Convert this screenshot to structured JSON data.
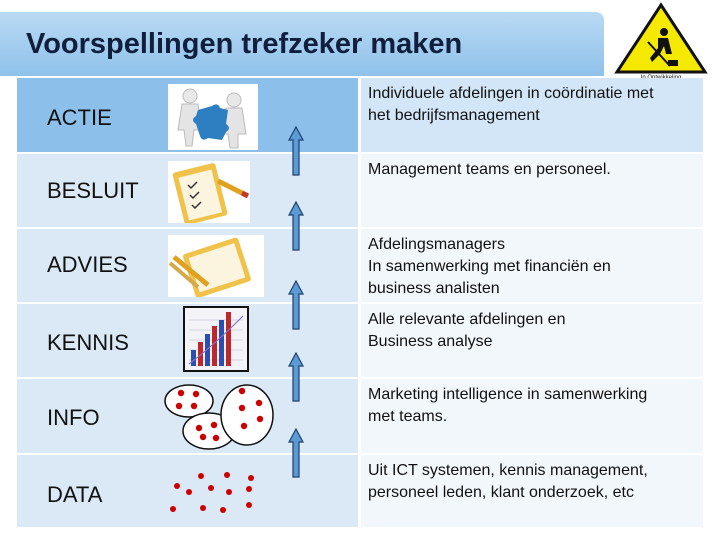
{
  "slide": {
    "title": "Voorspellingen trefzeker maken",
    "badge_caption": "In Ontwikkeling",
    "colors": {
      "title_bar": "#9dc9ee",
      "header_row": "#8cc0ea",
      "row": "#dbe9f6",
      "arrow_fill": "#5b9bd5",
      "dot": "#cc0000"
    }
  },
  "rows": [
    {
      "label": "ACTIE",
      "description": [
        "Individuele afdelingen in coördinatie met",
        "het bedrijfsmanagement"
      ],
      "icon": "puzzle-people-icon"
    },
    {
      "label": "BESLUIT",
      "description": [
        "Management teams en personeel."
      ],
      "icon": "clipboard-checklist-icon"
    },
    {
      "label": "ADVIES",
      "description": [
        "Afdelingsmanagers",
        "In samenwerking met financiën en",
        "business analisten"
      ],
      "icon": "clipboard-pencil-icon"
    },
    {
      "label": "KENNIS",
      "description": [
        "Alle relevante afdelingen en",
        "Business analyse"
      ],
      "icon": "bar-chart-icon"
    },
    {
      "label": "INFO",
      "description": [
        "Marketing intelligence in samenwerking",
        "met teams."
      ],
      "icon": "grouped-dots-icon"
    },
    {
      "label": "DATA",
      "description": [
        "Uit ICT systemen, kennis management,",
        "personeel leden, klant onderzoek, etc"
      ],
      "icon": "scattered-dots-icon"
    }
  ]
}
